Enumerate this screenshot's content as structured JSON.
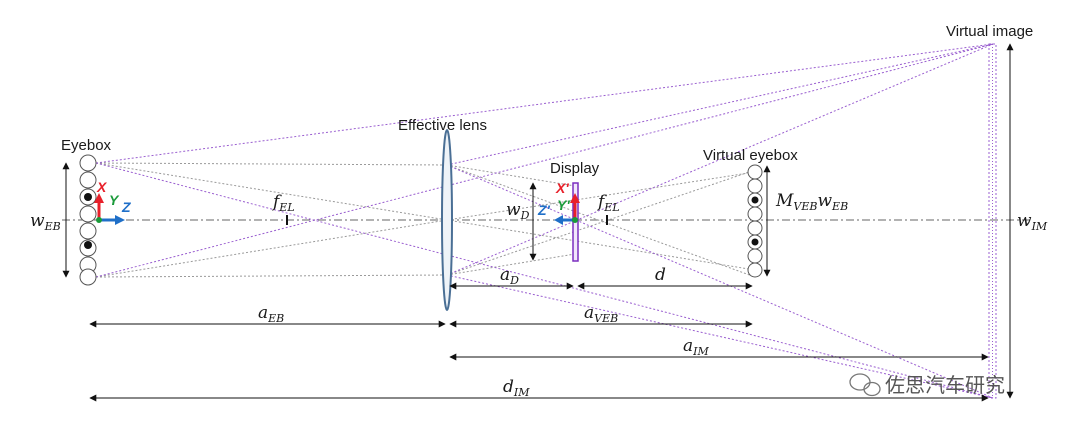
{
  "labels": {
    "eyebox": "Eyebox",
    "effective_lens": "Effective lens",
    "display": "Display",
    "virtual_eyebox": "Virtual eyebox",
    "virtual_image": "Virtual image"
  },
  "symbols": {
    "w_eb": {
      "base": "w",
      "sub": "EB"
    },
    "f_el_left": {
      "base": "f",
      "sub": "EL"
    },
    "f_el_right": {
      "base": "f",
      "sub": "EL"
    },
    "w_d": {
      "base": "w",
      "sub": "D"
    },
    "m_veb": {
      "base": "M",
      "sub": "VEB",
      "tail_base": "w",
      "tail_sub": "EB"
    },
    "w_im": {
      "base": "w",
      "sub": "IM"
    },
    "a_d": {
      "base": "a",
      "sub": "D"
    },
    "d": {
      "base": "d"
    },
    "a_eb": {
      "base": "a",
      "sub": "EB"
    },
    "a_veb": {
      "base": "a",
      "sub": "VEB"
    },
    "a_im": {
      "base": "a",
      "sub": "IM"
    },
    "d_im": {
      "base": "d",
      "sub": "IM"
    }
  },
  "axes": {
    "eye": {
      "x": "X",
      "y": "Y",
      "z": "Z"
    },
    "display": {
      "x": "X'",
      "y": "Y'",
      "z": "Z'"
    }
  },
  "watermark": "佐思汽车研究",
  "colors": {
    "x_axis": "#e8202a",
    "y_axis": "#1a9a3a",
    "z_axis": "#1f6fc8",
    "lens": "#4a6f95",
    "display": "#7b2fbf",
    "purple_rays": "#9a5fd0",
    "grey_lines": "#888888"
  }
}
